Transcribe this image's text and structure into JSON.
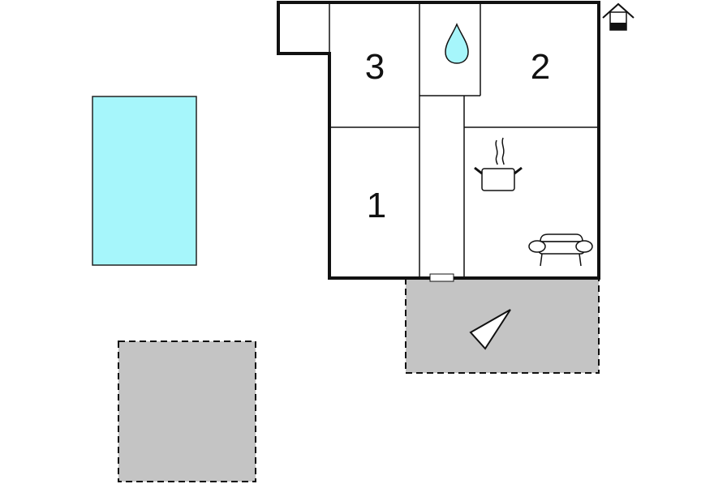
{
  "floorplan": {
    "rooms": [
      {
        "id": "room-3",
        "label": "3"
      },
      {
        "id": "room-2",
        "label": "2"
      },
      {
        "id": "room-1",
        "label": "1"
      }
    ],
    "icons": {
      "house": "house-icon",
      "water": "water-drop-icon",
      "kitchen": "cooking-pot-icon",
      "living": "sofa-icon",
      "terrace": "terrace-triangle-icon"
    },
    "colors": {
      "pool": "#a6f6fb",
      "paved": "#c4c4c4",
      "wall": "#111111",
      "water": "#a6f6fb"
    }
  }
}
